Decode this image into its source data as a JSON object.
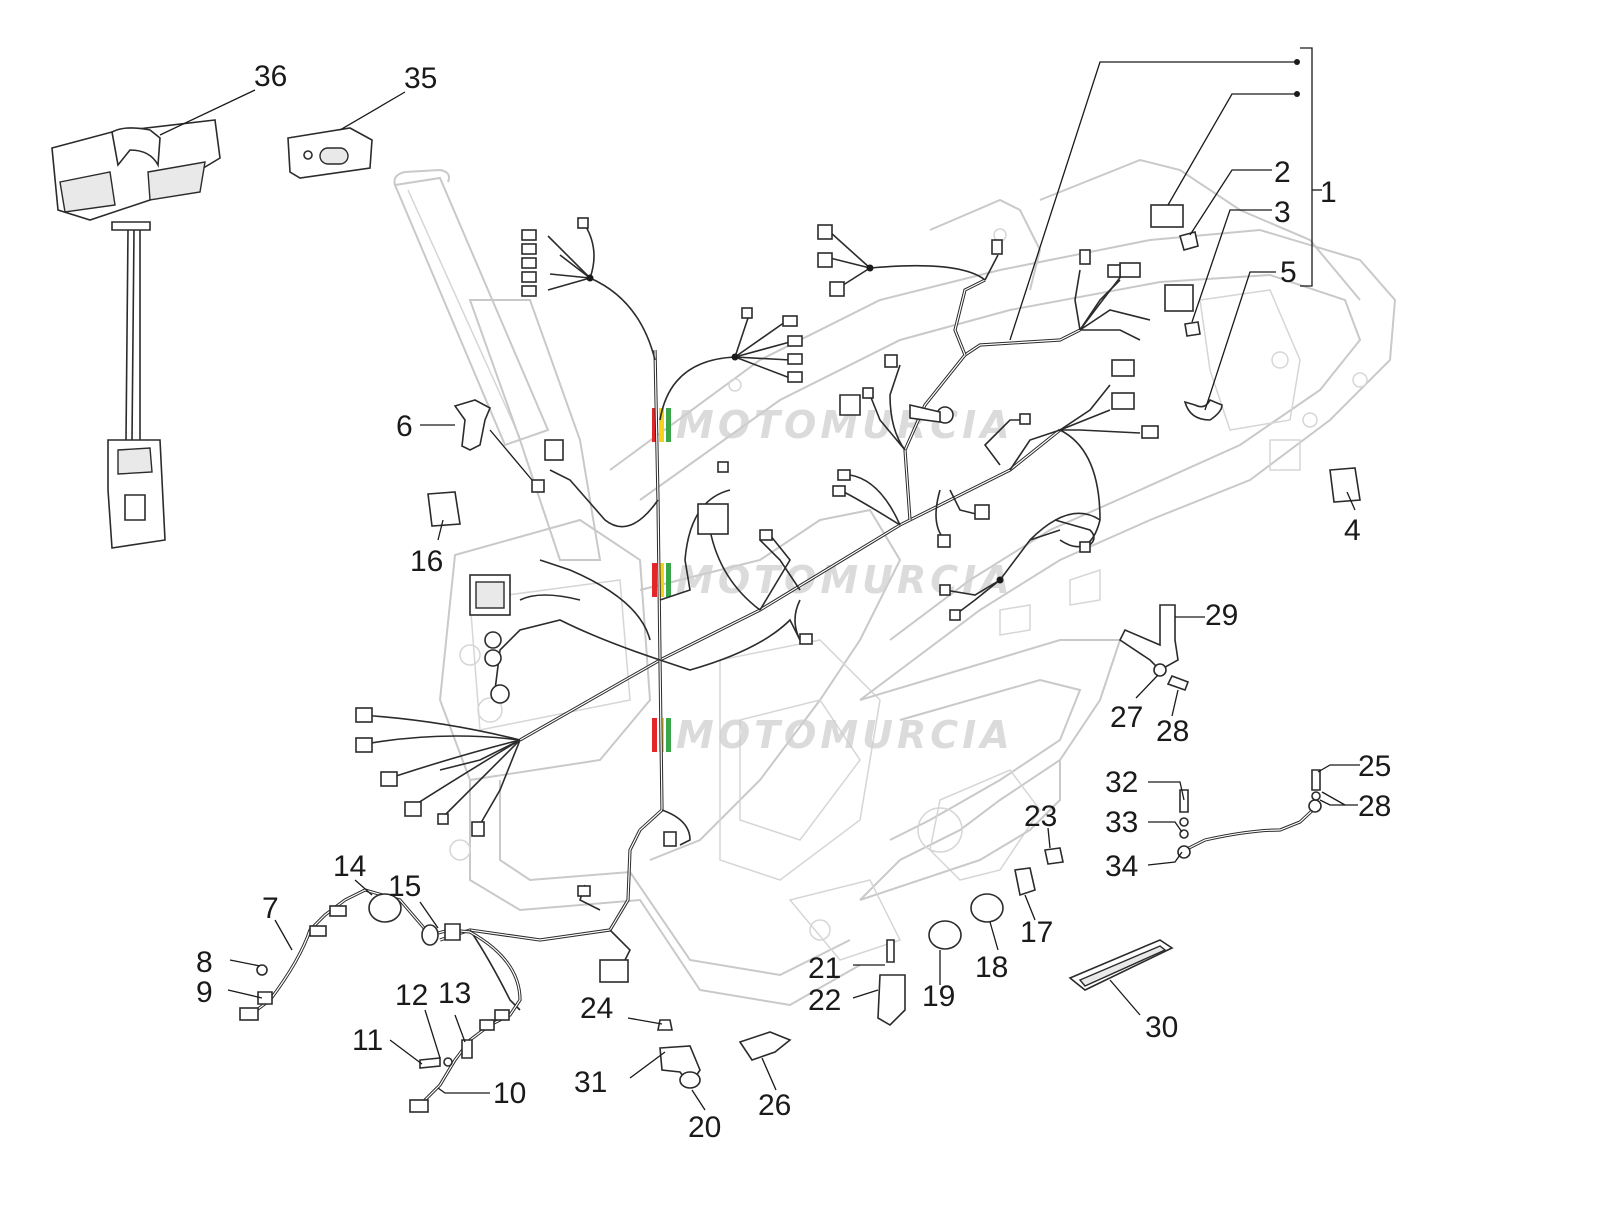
{
  "watermark": "MOTOMURCIA",
  "labels": {
    "p1": "1",
    "p2": "2",
    "p3": "3",
    "p4": "4",
    "p5": "5",
    "p6": "6",
    "p7": "7",
    "p8": "8",
    "p9": "9",
    "p10": "10",
    "p11": "11",
    "p12": "12",
    "p13": "13",
    "p14": "14",
    "p15": "15",
    "p16": "16",
    "p17": "17",
    "p18": "18",
    "p19": "19",
    "p20": "20",
    "p21": "21",
    "p22": "22",
    "p23": "23",
    "p24": "24",
    "p25": "25",
    "p26": "26",
    "p27": "27",
    "p28a": "28",
    "p28b": "28",
    "p29": "29",
    "p30": "30",
    "p31": "31",
    "p32": "32",
    "p33": "33",
    "p34": "34",
    "p35": "35",
    "p36": "36"
  },
  "colors": {
    "ink": "#1a1a1a",
    "frame": "#c9c9c9",
    "watermark_red": "#e3262a",
    "watermark_yellow": "#f2d21b",
    "watermark_green": "#3aa64a"
  }
}
